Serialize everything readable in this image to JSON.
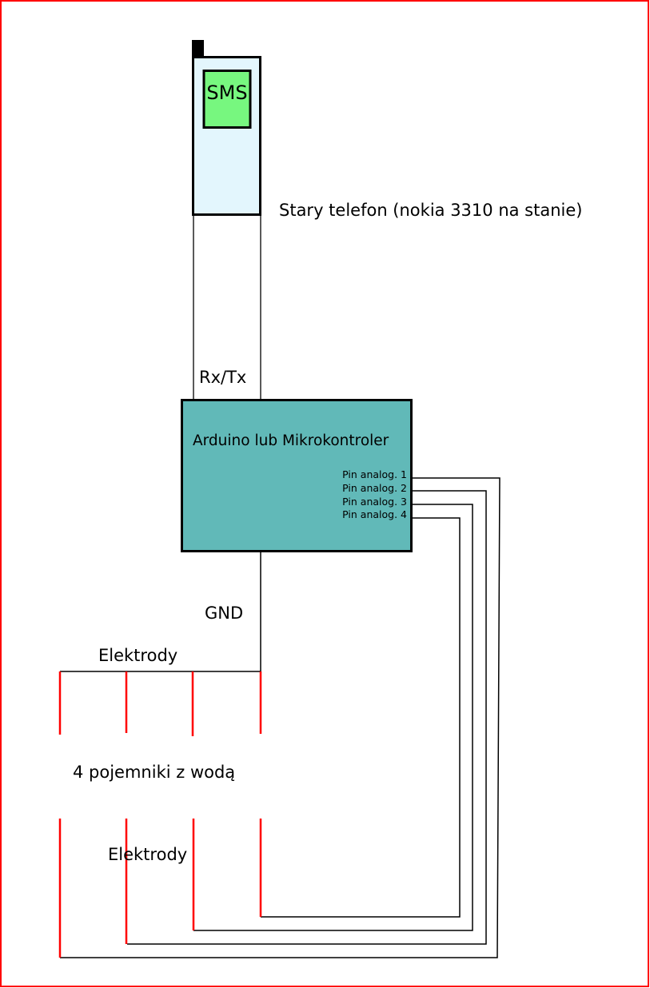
{
  "phone": {
    "screen_label": "SMS",
    "caption": "Stary telefon (nokia 3310 na stanie)",
    "body_color": "#e3f6fd",
    "screen_color": "#77f77f"
  },
  "link_label": "Rx/Tx",
  "controller": {
    "title": "Arduino lub Mikrokontroler",
    "color": "#61b9b8",
    "pins": [
      "Pin analog. 1",
      "Pin analog. 2",
      "Pin analog. 3",
      "Pin analog. 4"
    ]
  },
  "gnd_label": "GND",
  "electrodes_top_label": "Elektrody",
  "containers_label": "4 pojemniki z wodą",
  "electrodes_bottom_label": "Elektrody",
  "colors": {
    "frame": "#ff0000",
    "electrode": "#ff0000",
    "wire": "#000000"
  }
}
